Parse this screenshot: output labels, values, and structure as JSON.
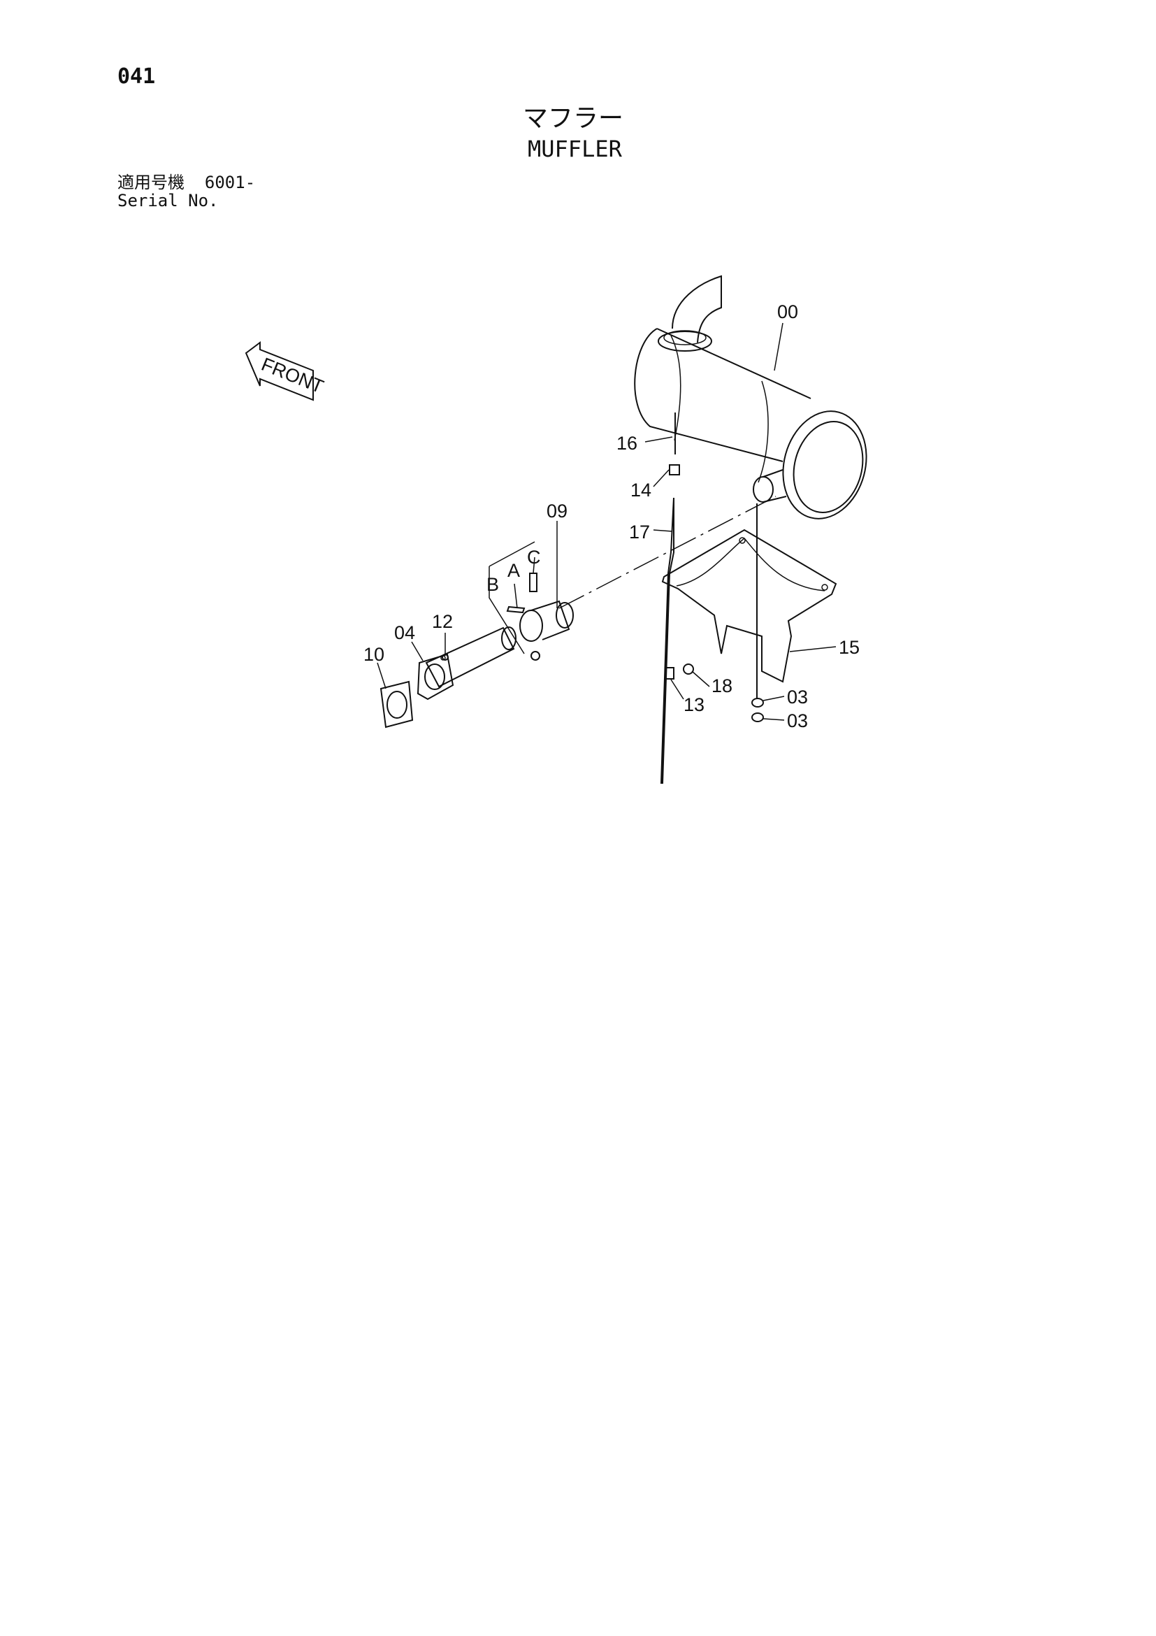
{
  "page_number": "041",
  "title_jp": "マフラー",
  "title_en": "MUFFLER",
  "serial": {
    "label_jp": "適用号機",
    "value": "6001-",
    "label_en": "Serial No."
  },
  "front_label": "FRONT",
  "callouts": {
    "c00": "00",
    "c03a": "03",
    "c03b": "03",
    "c04": "04",
    "c09": "09",
    "c10": "10",
    "c12": "12",
    "c13": "13",
    "c14": "14",
    "c15": "15",
    "c16": "16",
    "c17": "17",
    "c18": "18",
    "cA": "A",
    "cB": "B",
    "cC": "C"
  }
}
